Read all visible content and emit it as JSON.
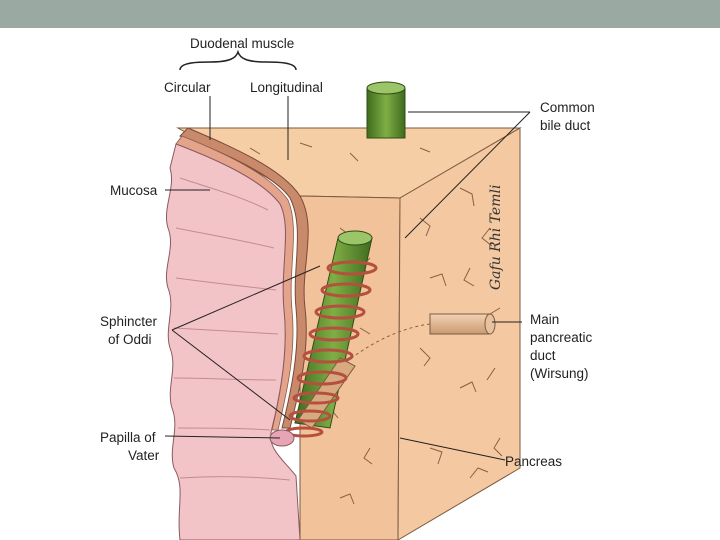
{
  "labels": {
    "duodenal_muscle": "Duodenal muscle",
    "circular": "Circular",
    "longitudinal": "Longitudinal",
    "mucosa": "Mucosa",
    "common_bile_duct_1": "Common",
    "common_bile_duct_2": "bile duct",
    "sphincter_1": "Sphincter",
    "sphincter_2": "of Oddi",
    "papilla_1": "Papilla of",
    "papilla_2": "Vater",
    "pancreatic_1": "Main",
    "pancreatic_2": "pancreatic",
    "pancreatic_3": "duct",
    "pancreatic_4": "(Wirsung)",
    "pancreas": "Pancreas"
  },
  "colors": {
    "header_bar": "#9aaaa2",
    "pancreas_tissue": "#f2c39a",
    "mucosa": "#f2c4c8",
    "bile_duct": "#6e9a3a",
    "sphincter": "#b5503e",
    "pancreatic_duct": "#e0b48e"
  }
}
